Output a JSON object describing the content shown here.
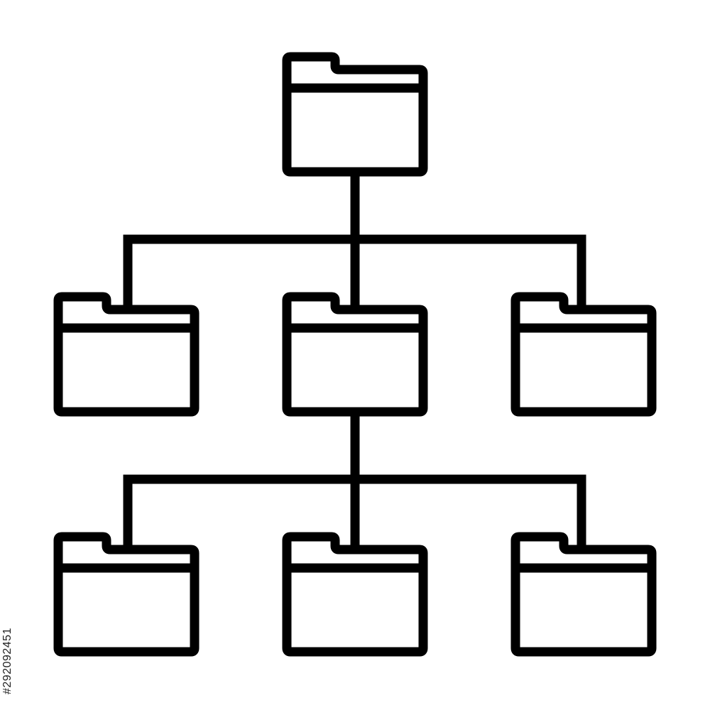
{
  "diagram": {
    "icon": "folder-hierarchy-icon",
    "stroke_color": "#000000",
    "background_color": "#ffffff",
    "nodes": [
      {
        "id": "root",
        "icon": "folder-icon",
        "level": 0
      },
      {
        "id": "l1-left",
        "icon": "folder-icon",
        "level": 1,
        "parent": "root"
      },
      {
        "id": "l1-center",
        "icon": "folder-icon",
        "level": 1,
        "parent": "root"
      },
      {
        "id": "l1-right",
        "icon": "folder-icon",
        "level": 1,
        "parent": "root"
      },
      {
        "id": "l2-left",
        "icon": "folder-icon",
        "level": 2,
        "parent": "l1-center"
      },
      {
        "id": "l2-center",
        "icon": "folder-icon",
        "level": 2,
        "parent": "l1-center"
      },
      {
        "id": "l2-right",
        "icon": "folder-icon",
        "level": 2,
        "parent": "l1-center"
      }
    ]
  },
  "watermark": {
    "stock_id": "#292092451"
  }
}
